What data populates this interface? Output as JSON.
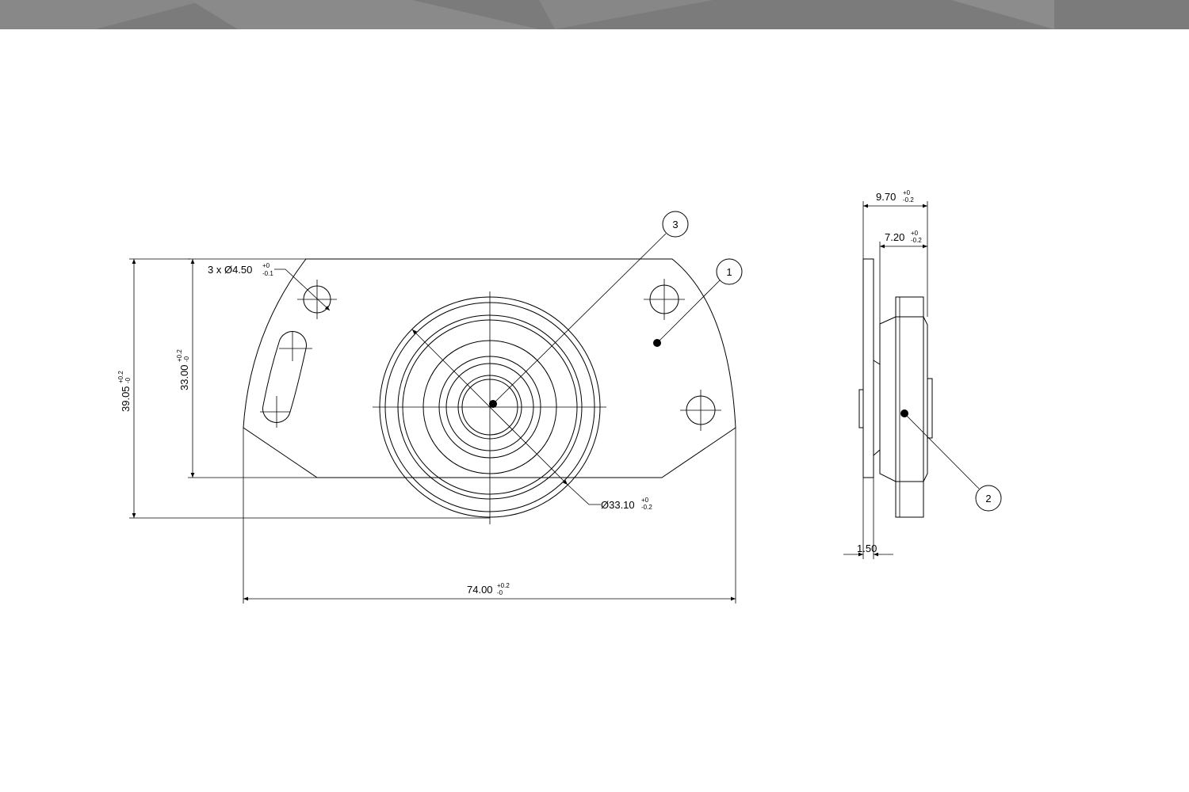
{
  "header": {
    "band_color": "#7a7a7a"
  },
  "front_view": {
    "hole_callout": {
      "prefix": "3 x Ø4.50",
      "tol_upper": "+0",
      "tol_lower": "-0.1"
    },
    "height_inner": {
      "value": "33.00",
      "tol_upper": "+0.2",
      "tol_lower": "-0"
    },
    "height_outer": {
      "value": "39.05",
      "tol_upper": "+0.2",
      "tol_lower": "-0"
    },
    "width": {
      "value": "74.00",
      "tol_upper": "+0.2",
      "tol_lower": "-0"
    },
    "boss_diameter": {
      "value": "Ø33.10",
      "tol_upper": "+0",
      "tol_lower": "-0.2"
    }
  },
  "side_view": {
    "overall_thickness": {
      "value": "9.70",
      "tol_upper": "+0",
      "tol_lower": "-0.2"
    },
    "boss_thickness": {
      "value": "7.20",
      "tol_upper": "+0",
      "tol_lower": "-0.2"
    },
    "plate_thickness": {
      "value": "1.50"
    }
  },
  "balloons": [
    {
      "label": "1"
    },
    {
      "label": "2"
    },
    {
      "label": "3"
    }
  ]
}
